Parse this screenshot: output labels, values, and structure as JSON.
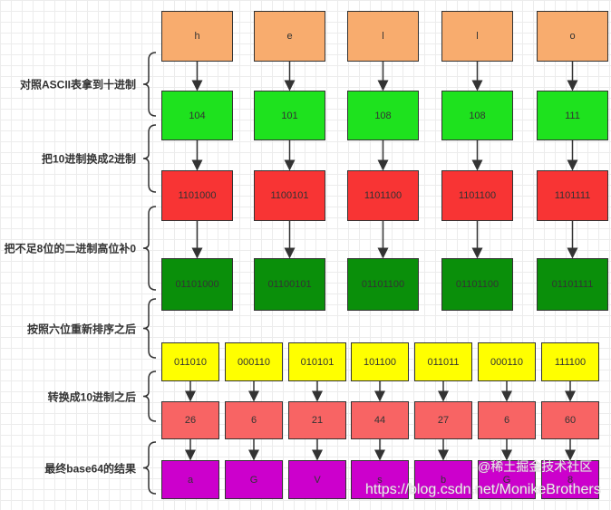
{
  "steps": [
    "对照ASCII表拿到十进制",
    "把10进制换成2进制",
    "把不足8位的二进制高位补0",
    "按照六位重新排序之后",
    "转换成10进制之后",
    "最终base64的结果"
  ],
  "rows": {
    "chars": [
      "h",
      "e",
      "l",
      "l",
      "o"
    ],
    "decimal": [
      "104",
      "101",
      "108",
      "108",
      "111"
    ],
    "binary": [
      "1101000",
      "1100101",
      "1101100",
      "1101100",
      "1101111"
    ],
    "binary_8bit": [
      "01101000",
      "01100101",
      "01101100",
      "01101100",
      "01101111"
    ],
    "six_bit": [
      "011010",
      "000110",
      "010101",
      "101100",
      "011011",
      "000110",
      "111100"
    ],
    "six_bit_decimal": [
      "26",
      "6",
      "21",
      "44",
      "27",
      "6",
      "60"
    ],
    "base64": [
      "a",
      "G",
      "V",
      "s",
      "b",
      "G",
      "8"
    ]
  },
  "colors": {
    "chars": "#f8ac6e",
    "decimal": "#1ee21e",
    "binary": "#f83434",
    "binary_8bit": "#0a8f0a",
    "six_bit": "#ffff00",
    "six_bit_decimal": "#f86464",
    "base64": "#cc00cc"
  },
  "watermark": {
    "url": "https://blog.csdn.net/MonikeBrothers",
    "community": "@稀土掘金技术社区"
  }
}
